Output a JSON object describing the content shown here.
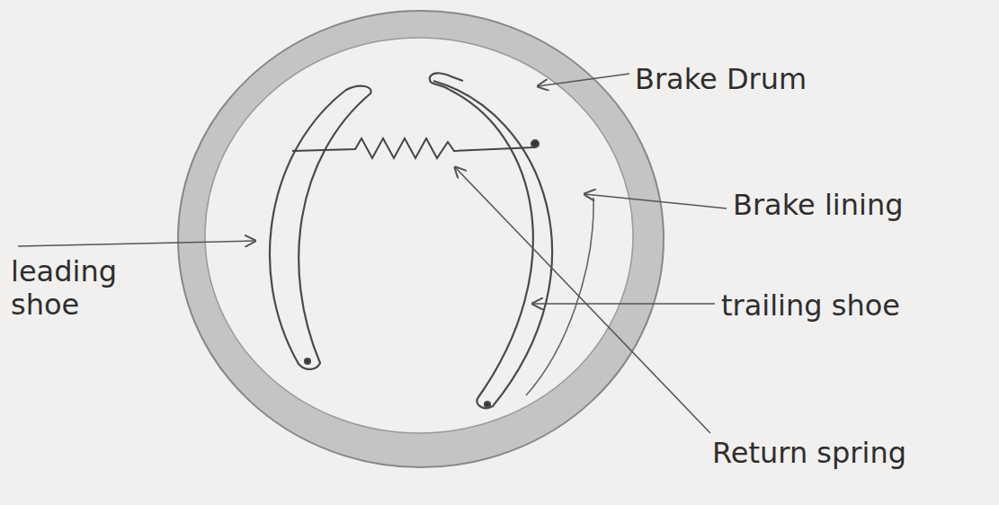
{
  "diagram": {
    "labels": [
      "Brake Drum",
      "Brake lining",
      "leading shoe",
      "trailing shoe",
      "Return spring"
    ]
  }
}
